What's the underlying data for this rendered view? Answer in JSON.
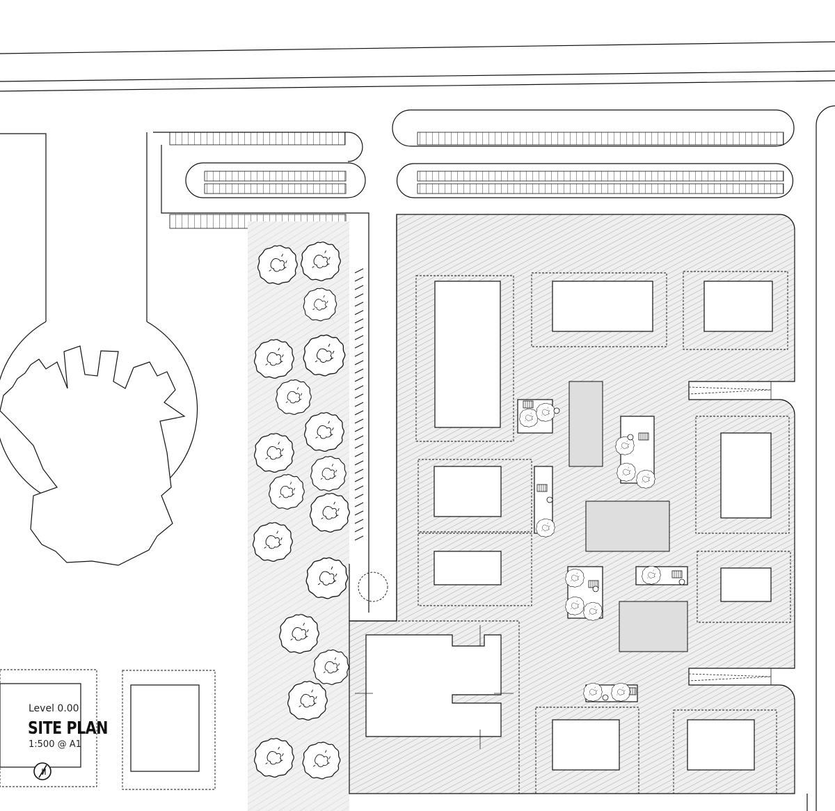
{
  "drawing": {
    "level_label": "Level 0.00",
    "title": "SITE PLAN",
    "scale": "1:500 @ A1"
  },
  "symbols": {
    "north_arrow": "north-arrow-icon",
    "tree": "tree-icon",
    "stair": "stair-icon"
  },
  "colors": {
    "linework": "#111111",
    "hatch_fill": "#e6e6e6",
    "paving": "#ececec",
    "building_pad": "#dedede",
    "background": "#ffffff"
  }
}
